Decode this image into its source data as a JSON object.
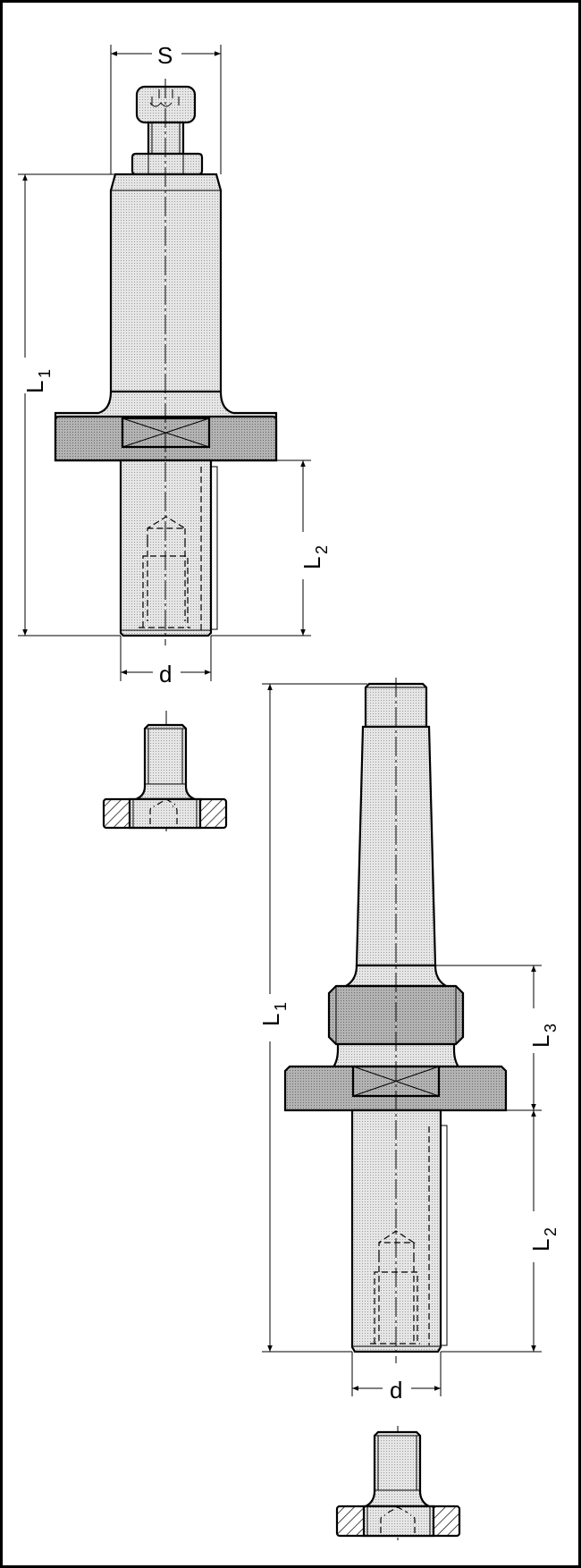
{
  "figure": {
    "description": "Technical drawing of two arbor / spindle adapters with dimension callouts",
    "colors": {
      "border": "#000000",
      "background": "#ffffff",
      "body_fill": "#d9d9d9",
      "flange_fill": "#a6a6a6",
      "line": "#000000"
    }
  },
  "drawing_top": {
    "name": "Arbor with clamping screw",
    "dims": {
      "S": "S",
      "L1_main": "L",
      "L1_sub": "1",
      "L2_main": "L",
      "L2_sub": "2",
      "d": "d"
    }
  },
  "detail_top": {
    "name": "Screw detail (section)"
  },
  "drawing_bottom": {
    "name": "Morse taper arbor",
    "dims": {
      "L1_main": "L",
      "L1_sub": "1",
      "L3_main": "L",
      "L3_sub": "3",
      "L2_main": "L",
      "L2_sub": "2",
      "d": "d"
    }
  },
  "detail_bottom": {
    "name": "Screw detail (section)"
  }
}
